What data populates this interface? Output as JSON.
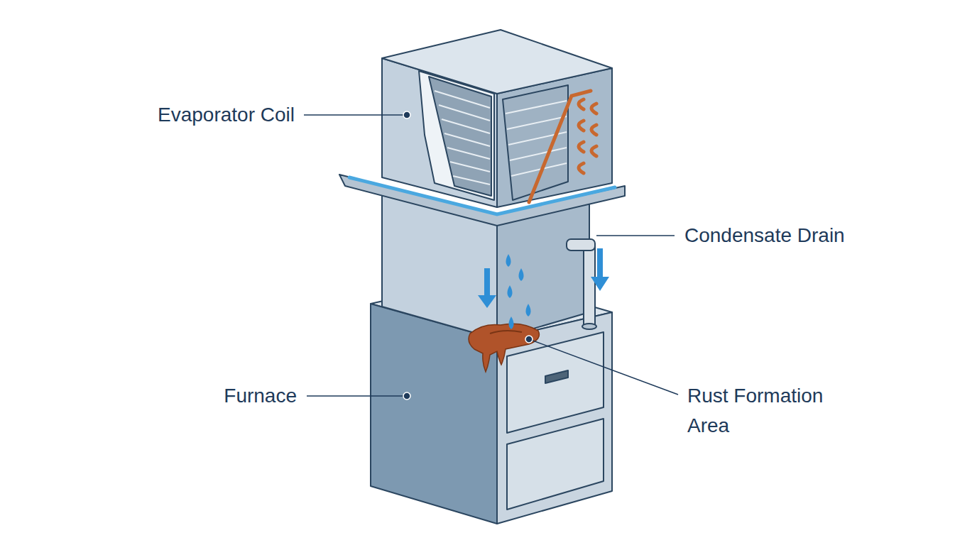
{
  "diagram": {
    "labels": [
      "Evaporator Coil",
      "Condensate Drain",
      "Furnace",
      "Rust Formation Area"
    ]
  }
}
